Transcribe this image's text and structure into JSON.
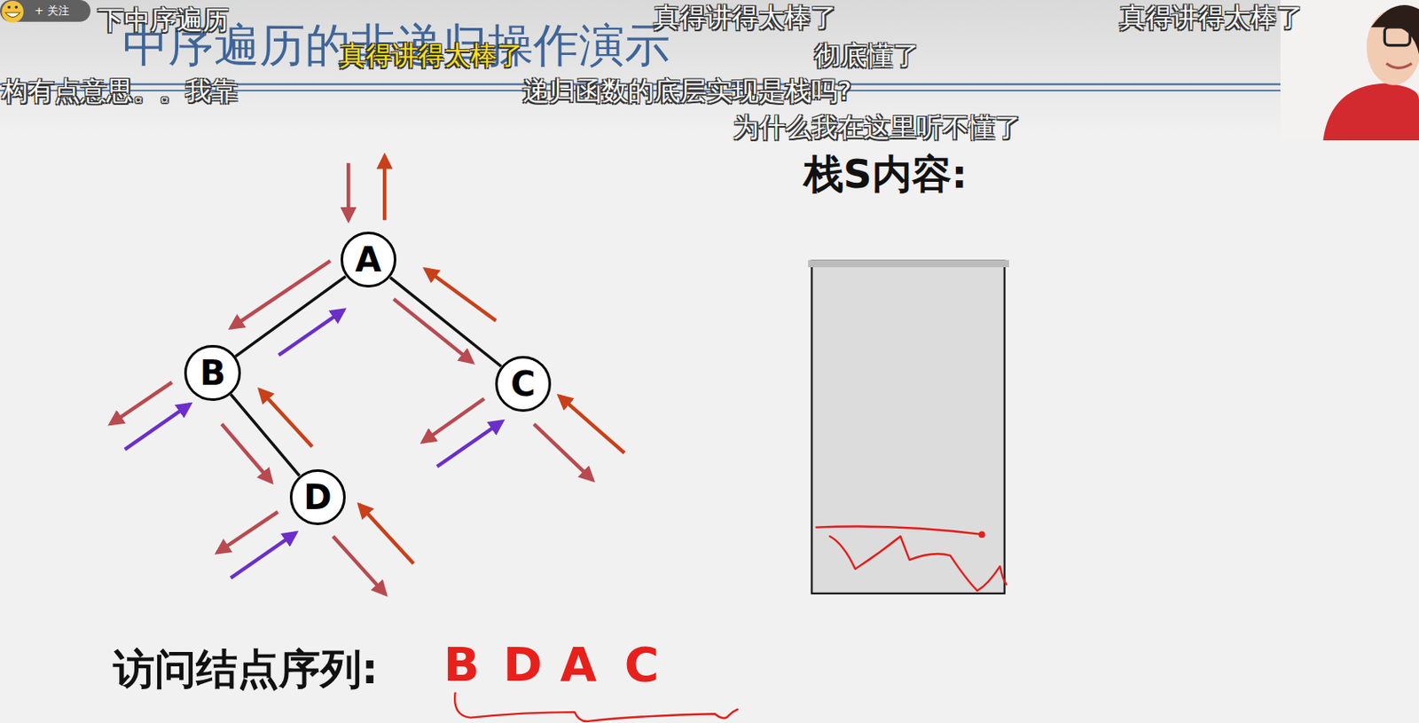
{
  "diagram": {
    "title": "中序遍历的非递归操作演示",
    "nodes": [
      {
        "text": [
          "A"
        ]
      },
      {
        "text": [
          "B"
        ]
      },
      {
        "text": [
          "C"
        ]
      },
      {
        "text": [
          "D"
        ]
      }
    ],
    "edges": [
      {
        "from": 0,
        "to": 1,
        "arrow": "none"
      },
      {
        "from": 0,
        "to": 2,
        "arrow": "none"
      },
      {
        "from": 1,
        "to": 3,
        "arrow": "none"
      }
    ],
    "labels": [
      "+ 关注",
      "下中序遍历",
      "真得讲得太棒了",
      "真得讲得太棒了",
      "真得讲得太棒了",
      "彻底懂了",
      "构有点意思。。我靠",
      "递归函数的底层实现是栈吗?",
      "为什么我在这里听不懂了",
      "栈S内容:",
      "访问结点序列:",
      "B",
      "D",
      "A",
      "C"
    ]
  }
}
